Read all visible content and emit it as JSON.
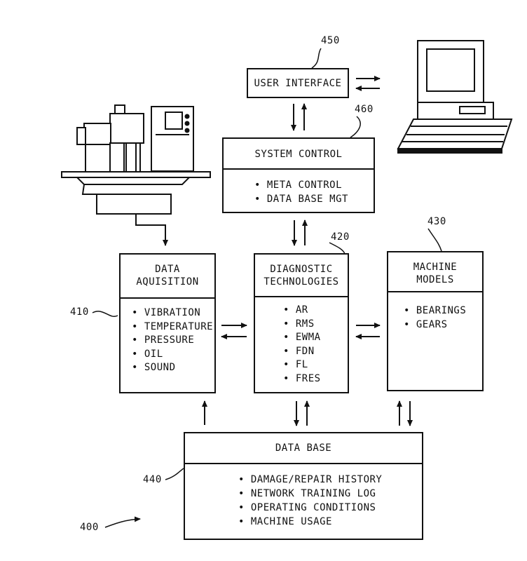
{
  "user_interface": {
    "ref": "450",
    "title": "USER INTERFACE"
  },
  "system_control": {
    "ref": "460",
    "title": "SYSTEM CONTROL",
    "items": [
      "META CONTROL",
      "DATA BASE MGT"
    ]
  },
  "data_acquisition": {
    "ref": "410",
    "title": [
      "DATA",
      "AQUISITION"
    ],
    "items": [
      "VIBRATION",
      "TEMPERATURE",
      "PRESSURE",
      "OIL",
      "SOUND"
    ]
  },
  "diagnostic_technologies": {
    "ref": "420",
    "title": [
      "DIAGNOSTIC",
      "TECHNOLOGIES"
    ],
    "items": [
      "AR",
      "RMS",
      "EWMA",
      "FDN",
      "FL",
      "FRES"
    ]
  },
  "machine_models": {
    "ref": "430",
    "title": [
      "MACHINE",
      "MODELS"
    ],
    "items": [
      "BEARINGS",
      "GEARS"
    ]
  },
  "data_base": {
    "ref": "440",
    "title": "DATA BASE",
    "items": [
      "DAMAGE/REPAIR HISTORY",
      "NETWORK TRAINING LOG",
      "OPERATING CONDITIONS",
      "MACHINE USAGE"
    ]
  },
  "figure_ref": "400",
  "icons": [
    "machine-tool-icon",
    "computer-terminal-icon"
  ]
}
